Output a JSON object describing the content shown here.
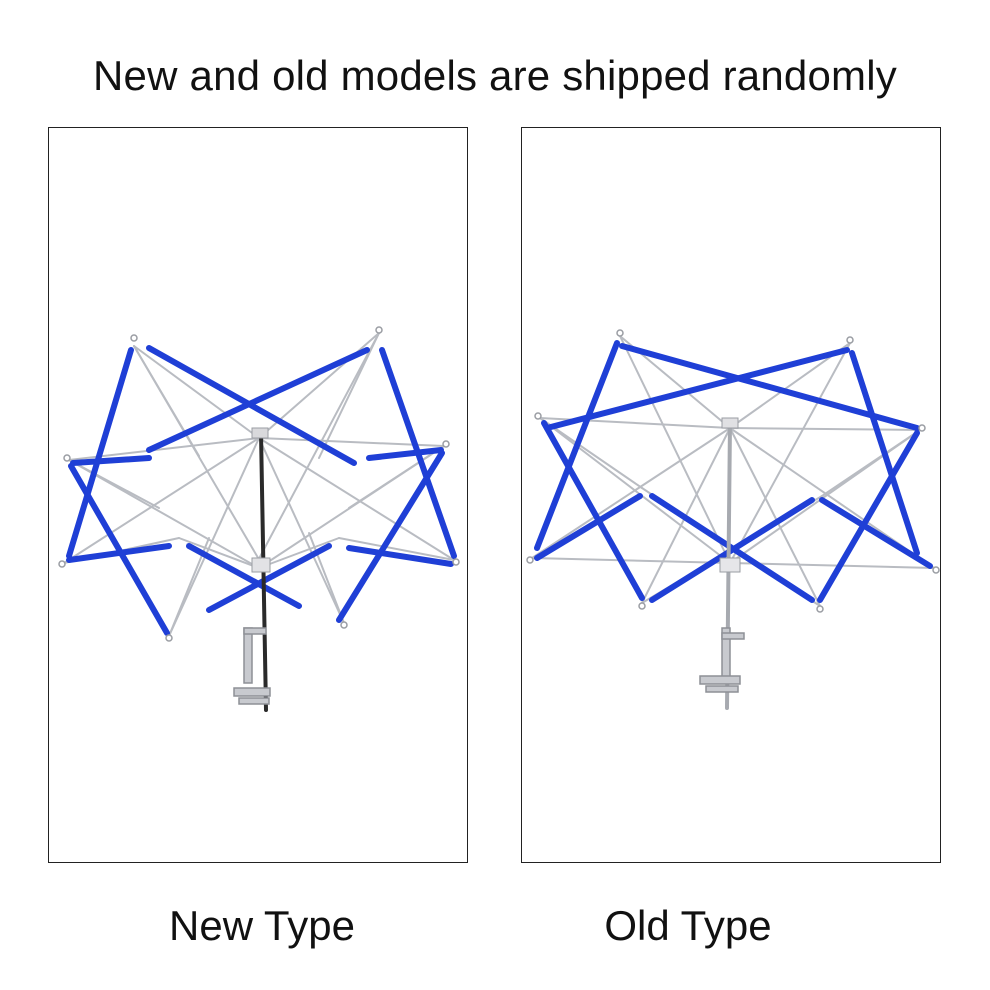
{
  "headline": "New and old models are shipped randomly",
  "panels": [
    {
      "caption": "New Type",
      "product": "yarn-swift-umbrella-winder",
      "color": "#1f3fd6"
    },
    {
      "caption": "Old Type",
      "product": "yarn-swift-umbrella-winder",
      "color": "#1f3fd6"
    }
  ],
  "colors": {
    "background": "#ffffff",
    "border": "#222222",
    "text": "#111111",
    "blue_strap": "#1f3fd6",
    "metal": "#b9bcc2",
    "dark_pole": "#2a2a2a"
  }
}
